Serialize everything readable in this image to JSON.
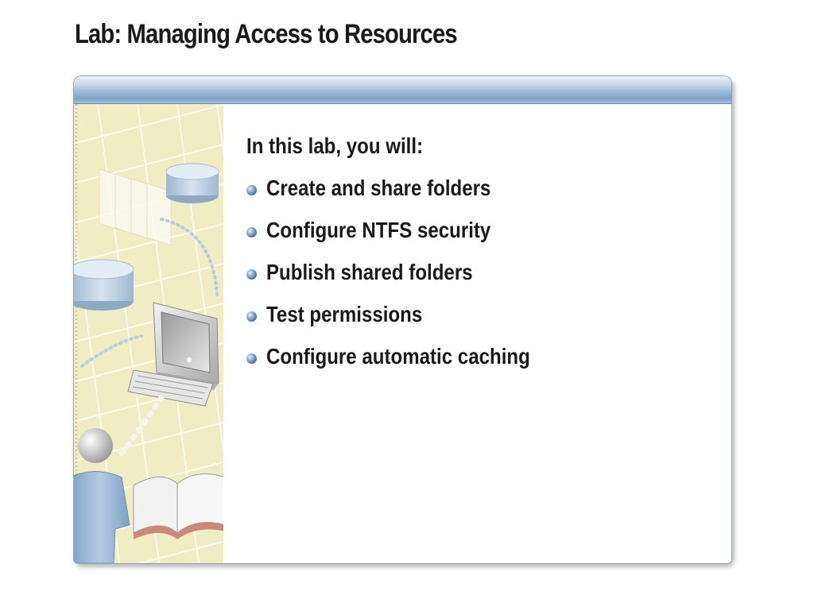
{
  "slide": {
    "title": "Lab: Managing Access to Resources"
  },
  "content": {
    "lead": "In this lab, you will:",
    "bullets": [
      "Create and share folders",
      "Configure NTFS security",
      "Publish shared folders",
      "Test permissions",
      "Configure automatic caching"
    ]
  },
  "illustration": {
    "icons": [
      "database-icon",
      "document-stack-icon",
      "computer-monitor-icon",
      "keyboard-icon",
      "person-icon",
      "open-book-icon"
    ]
  }
}
